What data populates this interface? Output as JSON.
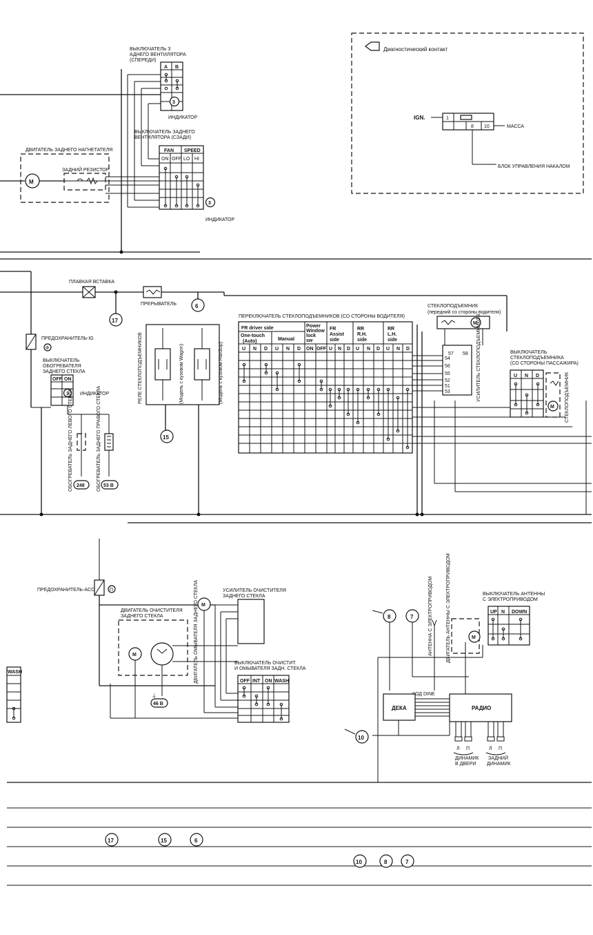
{
  "diag_contact": {
    "title": "Диагностический контакт",
    "ign": "IGN.",
    "pin1": "1",
    "pin8": "8",
    "pin10": "10",
    "mass": "МАССА",
    "glow": "БЛОК УПРАВЛЕНИЯ НАКАЛОМ"
  },
  "front_fan": {
    "title1": "ВЫКЛЮЧАТЕЛЬ З",
    "title2": "АДНЕГО ВЕНТИЛЯТОРА",
    "title3": "(СПЕРЕДИ)",
    "colA": "A",
    "colB": "B",
    "indicator": "ИНДИКАТОР",
    "badge": "3"
  },
  "rear_fan": {
    "title1": "ВЫКЛЮЧАТЕЛЬ ЗАДНЕГО",
    "title2": "ВЕНТИЛЯТОРА (СЗАДИ)",
    "fan": "FAN",
    "speed": "SPEED",
    "on": "ON",
    "off": "OFF",
    "lo": "LO",
    "hi": "HI",
    "indicator": "ИНДИКАТОР",
    "badge": "3"
  },
  "blower": {
    "title": "ДВИГАТЕЛЬ ЗАДНЕГО НАГНЕТАТЕЛЯ",
    "resistor": "ЗАДНИЙ РЕЗИСТОР",
    "motor": "M"
  },
  "window": {
    "fusible": "ПЛАВКАЯ ВСТАВКА",
    "breaker": "ПРЕРЫВАТЕЛЬ",
    "fuse_ig": "ПРЕДОХРАНИТЕЛЬ-IG",
    "fuse_ig_mark": "Ф",
    "defog_switch1": "ВЫКЛЮЧАТЕЛЬ",
    "defog_switch2": "ОБОГРЕВАТЕЛЯ",
    "defog_switch3": "ЗАДНЕГО СТЕКЛА",
    "defog_off": "OFF",
    "defog_on": "ON",
    "indicator": "ИНДИКАТОР",
    "heater_left": "ОБОГРЕВАТЕЛЬ ЗАДНЕГО ЛЕВОГО СТЕКЛА",
    "heater_right": "ОБОГРЕВАТЕЛЬ ЗАДНЕГО ПРАВОГО СТЕКЛА",
    "ground_248": "248",
    "ground_53b": "53 B",
    "relay": "РЕЛЕ СТЕКЛОПОДЪЕМНИКОВ",
    "wagon": "(Модель с кузовом Wagon)",
    "hardtop": "(Модель с кузовом Hardtop)",
    "switch_title": "ПЕРЕКЛЮЧАТЕЛЬ СТЕКЛОПОДЪЕМНИКОВ (СО СТОРОНЫ ВОДИТЕЛЯ)",
    "fr_driver": "FR driver side",
    "one_touch1": "One-touch",
    "one_touch2": "(Auto)",
    "manual": "Manual",
    "power_lock1": "Power",
    "power_lock2": "Window",
    "power_lock3": "lock",
    "power_lock4": "sw",
    "fr_assist1": "FR",
    "fr_assist2": "Assist",
    "fr_assist3": "side",
    "rr_rh1": "RR",
    "rr_rh2": "R.H.",
    "rr_rh3": "side",
    "rr_lh1": "RR",
    "rr_lh2": "L.H.",
    "rr_lh3": "side",
    "lock_on": "ON",
    "lock_off": "OFF",
    "u": "U",
    "n": "N",
    "d": "D",
    "motor_title1": "СТЕКЛОПОДЪЕМНИК",
    "motor_title2": "(передний со стороны водителя)",
    "amp": "УСИЛИТЕЛЬ СТЕКЛОПОДЪЕМНИКОВ",
    "s57": "57",
    "s58": "58",
    "s54": "54",
    "s56": "56",
    "s55": "55",
    "s52": "52",
    "s51": "51",
    "s53": "53",
    "pass_switch1": "ВЫКЛЮЧАТЕЛЬ",
    "pass_switch2": "СТЕКЛОПОДЪЕМНИКА",
    "pass_switch3": "(СО СТОРОНЫ ПАССАЖИРА)",
    "pass_motor": "СТЕКЛОПОДЪЕМНИК",
    "badge17": "17",
    "badge6": "6",
    "badge15": "15"
  },
  "wiper": {
    "fuse_acc": "ПРЕДОХРАНИТЕЛЬ-ACC",
    "fuse_acc_mark": "П",
    "motor_title1": "ДВИГАТЕЛЬ ОЧИСТИТЕЛЯ",
    "motor_title2": "ЗАДНЕГО СТЕКЛА",
    "washer_motor": "ДВИГАТЕЛЬ ОМЫВАТЕЛЯ ЗАДНЕГО СТЕКЛА",
    "amp_title1": "УСИЛИТЕЛЬ ОЧИСТИТЕЛЯ",
    "amp_title2": "ЗАДНЕГО СТЕКЛА",
    "switch_title1": "ВЫКЛЮЧАТЕЛЬ ОЧИСТИТ.",
    "switch_title2": "И ОМЫВАТЕЛЯ ЗАДН. СТЕКЛА",
    "off": "OFF",
    "int": "INT",
    "on": "ON",
    "wash": "WASH",
    "ground_46b": "46 B",
    "left_wash": "WASH"
  },
  "radio": {
    "antenna": "АНТЕННА С ЭЛЕКТРОПРИВОДОМ",
    "antenna_motor": "ДВИГАТЕЛЬ АНТЕННЫ С ЭЛЕКТРОПРИВОДОМ",
    "switch_title1": "ВЫКЛЮЧАТЕЛЬ АНТЕННЫ",
    "switch_title2": "С ЭЛЕКТРОПРИВОДОМ",
    "up": "UP",
    "n": "N",
    "down": "DOWN",
    "code": "КОД DINE",
    "deck": "ДЕКА",
    "radio": "РАДИО",
    "l": "Л",
    "r": "П",
    "door_speaker1": "ДИНАМИК",
    "door_speaker2": "В ДВЕРИ",
    "rear_speaker1": "ЗАДНИЙ",
    "rear_speaker2": "ДИНАМИК",
    "badge8": "8",
    "badge7": "7",
    "badge10": "10"
  },
  "bottom_refs": {
    "r17": "17",
    "r15": "15",
    "r6": "6",
    "r10": "10",
    "r8": "8",
    "r7": "7"
  }
}
